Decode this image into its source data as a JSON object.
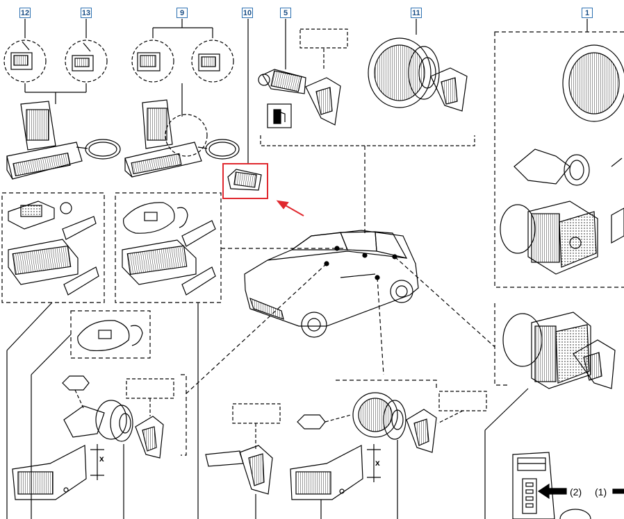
{
  "callouts": {
    "c12": "12",
    "c13": "13",
    "c9": "9",
    "c10": "10",
    "c5": "5",
    "c11": "11",
    "c1": "1"
  },
  "labels": {
    "x_left": "x",
    "x_right": "x",
    "label_2": "(2)",
    "label_1": "(1)"
  },
  "colors": {
    "callout_border": "#2a6fb0",
    "highlight": "#e0282e",
    "line": "#000000"
  },
  "icons": {
    "fuel": "fuel-pump-icon"
  }
}
